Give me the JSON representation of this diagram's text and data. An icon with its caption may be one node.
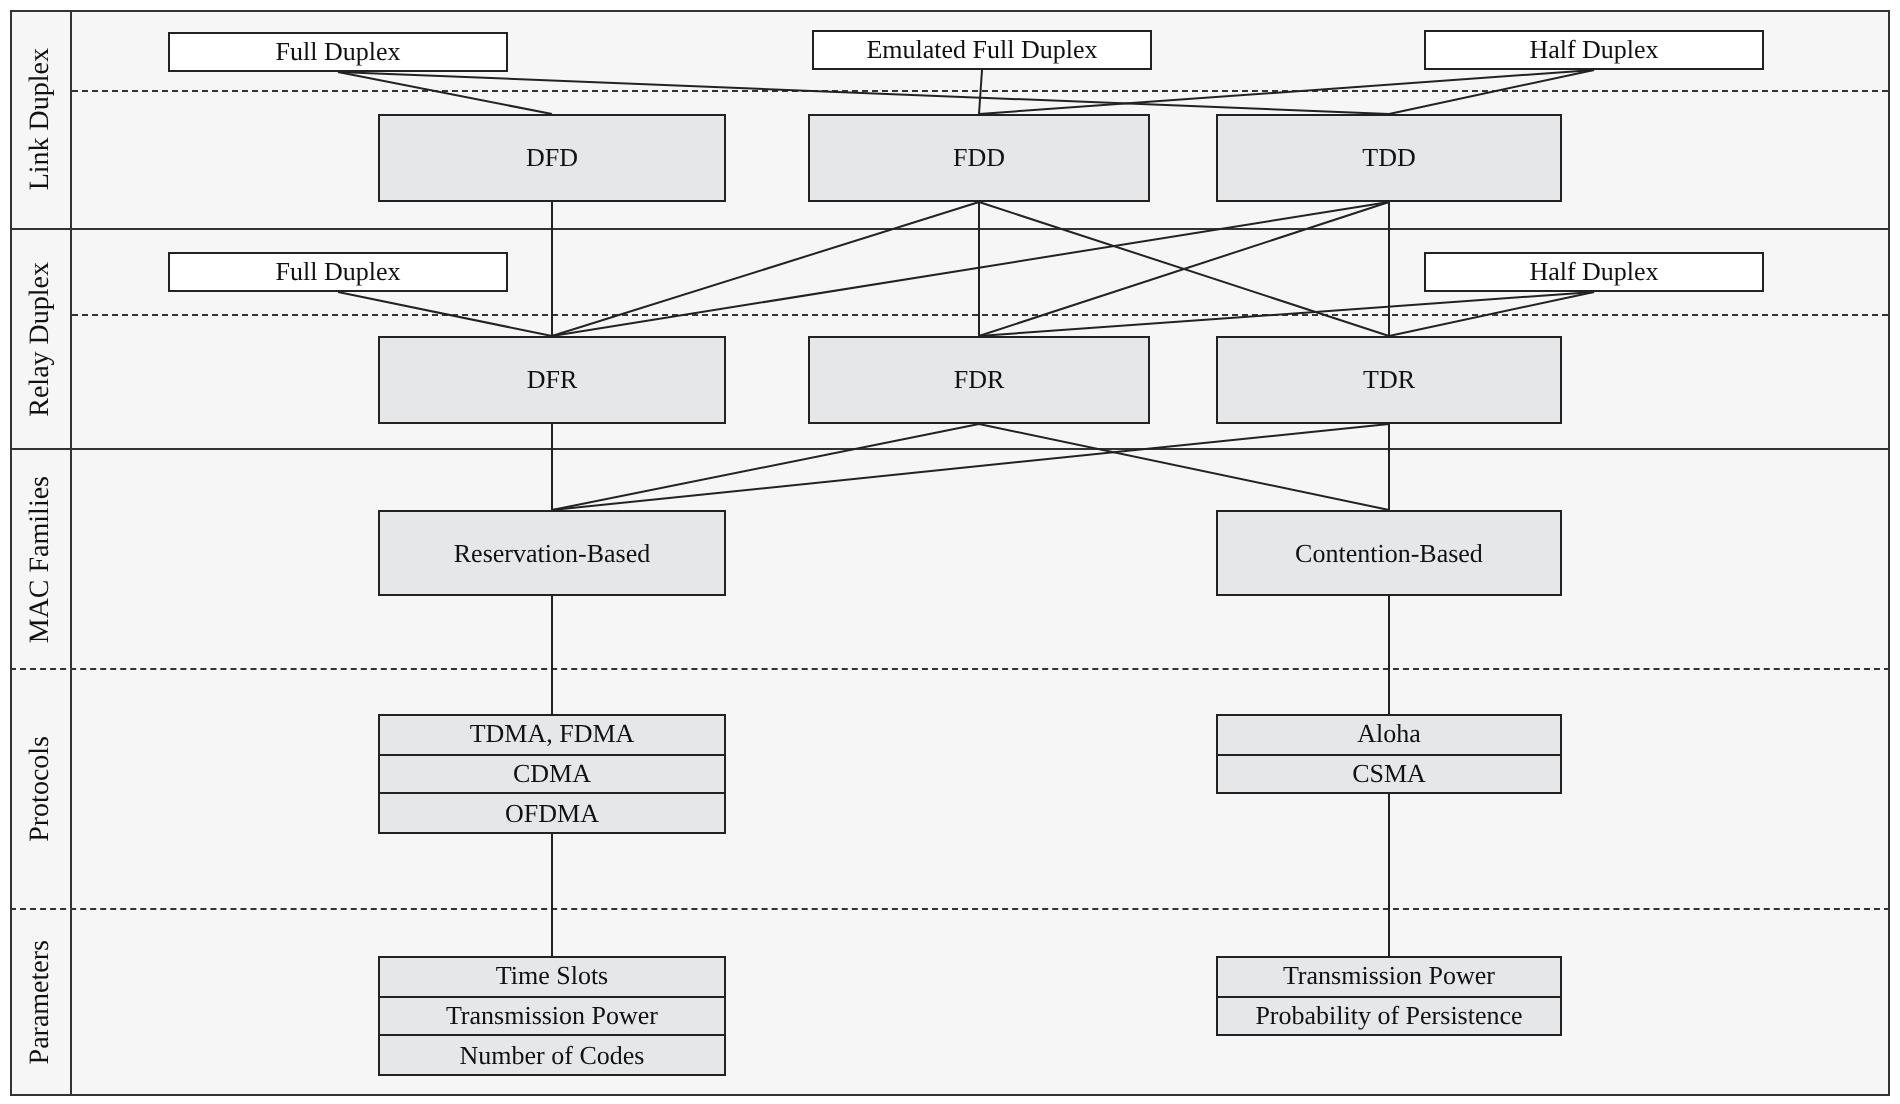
{
  "diagram": {
    "nodes": [
      {
        "text": [
          "Link Duplex"
        ]
      },
      {
        "text": [
          "Full Duplex"
        ],
        "in": 0
      },
      {
        "text": [
          "Emulated Full Duplex"
        ],
        "in": 0
      },
      {
        "text": [
          "Half Duplex"
        ],
        "in": 0
      },
      {
        "text": [
          "DFD"
        ],
        "in": 0
      },
      {
        "text": [
          "FDD"
        ],
        "in": 0
      },
      {
        "text": [
          "TDD"
        ],
        "in": 0
      },
      {
        "text": [
          "Relay Duplex"
        ]
      },
      {
        "text": [
          "Full Duplex"
        ],
        "in": 7
      },
      {
        "text": [
          "Half Duplex"
        ],
        "in": 7
      },
      {
        "text": [
          "DFR"
        ],
        "in": 7
      },
      {
        "text": [
          "FDR"
        ],
        "in": 7
      },
      {
        "text": [
          "TDR"
        ],
        "in": 7
      },
      {
        "text": [
          "MAC Families"
        ]
      },
      {
        "text": [
          "Reservation-Based"
        ],
        "in": 13
      },
      {
        "text": [
          "Contention-Based"
        ],
        "in": 13
      },
      {
        "text": [
          "Protocols"
        ]
      },
      {
        "text": [
          "TDMA, FDMA",
          "CDMA",
          "OFDMA"
        ],
        "in": 16
      },
      {
        "text": [
          "Aloha",
          "CSMA"
        ],
        "in": 16
      },
      {
        "text": [
          "Parameters"
        ]
      },
      {
        "text": [
          "Time Slots",
          "Transmission Power",
          "Number of Codes"
        ],
        "in": 19
      },
      {
        "text": [
          "Transmission Power",
          "Probability of Persistence"
        ],
        "in": 19
      }
    ],
    "edges": [
      {
        "from": 1,
        "to": 4,
        "arrow": "none"
      },
      {
        "from": 1,
        "to": 6,
        "arrow": "none"
      },
      {
        "from": 2,
        "to": 5,
        "arrow": "none"
      },
      {
        "from": 3,
        "to": 5,
        "arrow": "none"
      },
      {
        "from": 3,
        "to": 6,
        "arrow": "none"
      },
      {
        "from": 4,
        "to": 10,
        "arrow": "none"
      },
      {
        "from": 5,
        "to": 10,
        "arrow": "none"
      },
      {
        "from": 5,
        "to": 11,
        "arrow": "none"
      },
      {
        "from": 5,
        "to": 12,
        "arrow": "none"
      },
      {
        "from": 6,
        "to": 10,
        "arrow": "none"
      },
      {
        "from": 6,
        "to": 11,
        "arrow": "none"
      },
      {
        "from": 6,
        "to": 12,
        "arrow": "none"
      },
      {
        "from": 8,
        "to": 10,
        "arrow": "none"
      },
      {
        "from": 9,
        "to": 11,
        "arrow": "none"
      },
      {
        "from": 9,
        "to": 12,
        "arrow": "none"
      },
      {
        "from": 10,
        "to": 14,
        "arrow": "none"
      },
      {
        "from": 11,
        "to": 14,
        "arrow": "none"
      },
      {
        "from": 11,
        "to": 15,
        "arrow": "none"
      },
      {
        "from": 12,
        "to": 14,
        "arrow": "none"
      },
      {
        "from": 12,
        "to": 15,
        "arrow": "none"
      },
      {
        "from": 14,
        "to": 17,
        "arrow": "none"
      },
      {
        "from": 15,
        "to": 18,
        "arrow": "none"
      },
      {
        "from": 17,
        "to": 20,
        "arrow": "none"
      },
      {
        "from": 18,
        "to": 21,
        "arrow": "none"
      }
    ]
  }
}
